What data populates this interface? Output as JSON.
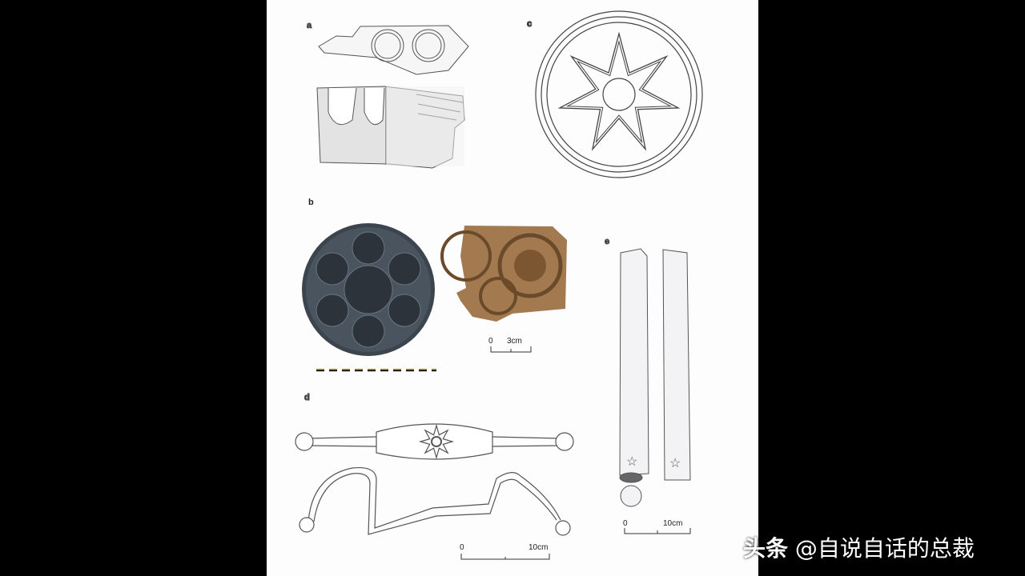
{
  "figure": {
    "panel_labels": {
      "a": "a",
      "b": "b",
      "c": "c",
      "d": "d",
      "e": "e"
    },
    "scales": {
      "b": {
        "start": "0",
        "end": "3cm"
      },
      "d": {
        "start": "0",
        "end": "10cm"
      },
      "e": {
        "start": "0",
        "end": "10cm"
      }
    }
  },
  "watermark": {
    "platform": "头条",
    "author": "@自说自话的总裁"
  }
}
